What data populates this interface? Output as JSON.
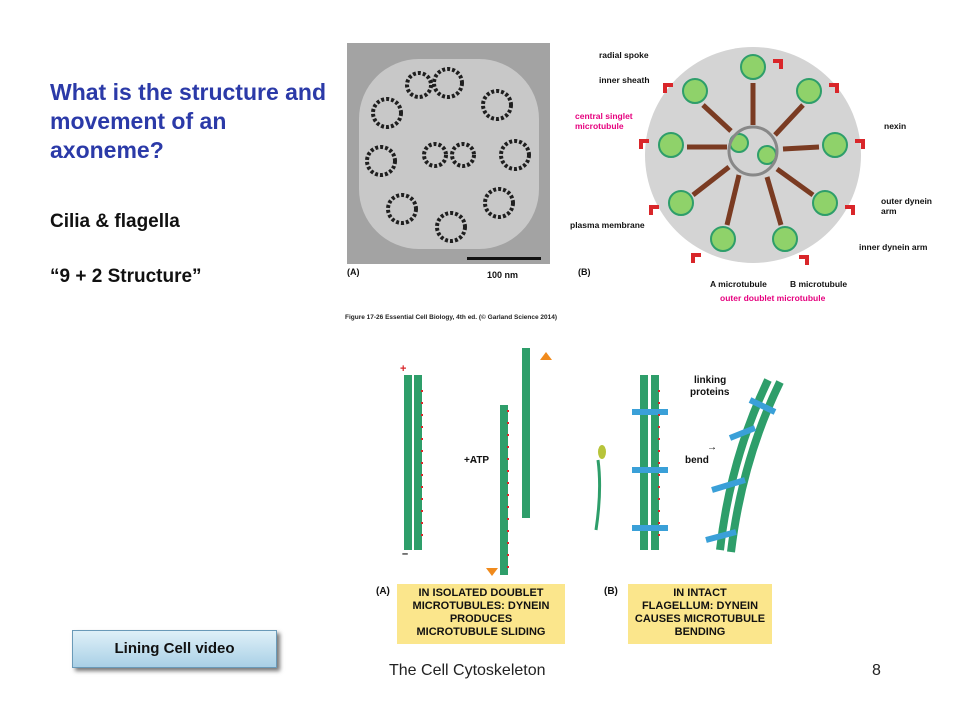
{
  "slide": {
    "title": "What is the structure and movement of an axoneme?",
    "line1": "Cilia & flagella",
    "line2": "“9 + 2 Structure”"
  },
  "figure_top": {
    "panel_a": "(A)",
    "panel_b": "(B)",
    "scale_bar": "100 nm",
    "labels": {
      "radial_spoke": "radial spoke",
      "inner_sheath": "inner sheath",
      "central_singlet_1": "central singlet",
      "central_singlet_2": "microtubule",
      "plasma_membrane": "plasma membrane",
      "nexin": "nexin",
      "outer_dynein_1": "outer dynein",
      "outer_dynein_2": "arm",
      "inner_dynein": "inner dynein arm",
      "a_microtubule": "A microtubule",
      "b_microtubule": "B microtubule",
      "outer_doublet": "outer doublet microtubule"
    },
    "caption": "Figure 17-26 Essential Cell Biology, 4th ed. (© Garland Science 2014)"
  },
  "figure_bottom": {
    "panel_a": "(A)",
    "panel_b": "(B)",
    "atp": "+ATP",
    "bend": "bend",
    "linking_1": "linking",
    "linking_2": "proteins",
    "plus": "+",
    "minus": "–",
    "box_a": [
      "IN ISOLATED DOUBLET",
      "MICROTUBULES: DYNEIN",
      "PRODUCES",
      "MICROTUBULE SLIDING"
    ],
    "box_b": [
      "IN INTACT",
      "FLAGELLUM: DYNEIN",
      "CAUSES MICROTUBULE",
      "BENDING"
    ]
  },
  "button": {
    "label": "Lining Cell video"
  },
  "footer": {
    "title": "The Cell Cytoskeleton",
    "page": "8"
  },
  "colors": {
    "title": "#2b3aa8",
    "magenta": "#e6007e",
    "green": "#2e9e6a",
    "red": "#d9262a",
    "yellow": "#fbe68c",
    "blue": "#3aa0d8"
  }
}
